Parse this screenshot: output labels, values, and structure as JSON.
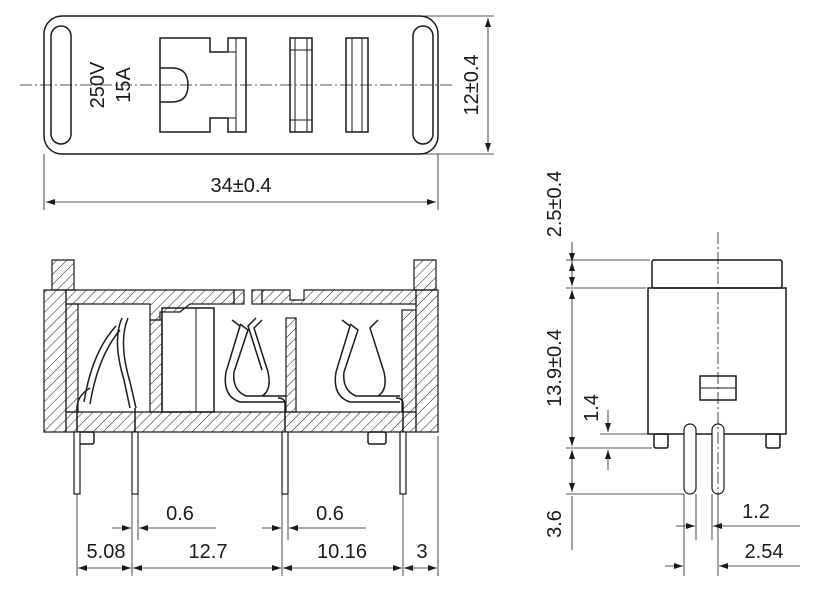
{
  "top_view": {
    "rating_voltage": "250V",
    "rating_current": "15A",
    "length_dim": "34±0.4",
    "width_dim": "12±0.4"
  },
  "front_view": {
    "pin_thickness_1": "0.6",
    "pin_thickness_2": "0.6",
    "pitch_1": "5.08",
    "pitch_2": "12.7",
    "pitch_3": "10.16",
    "end_offset": "3"
  },
  "side_view": {
    "cap_height": "2.5±0.4",
    "body_height": "13.9±0.4",
    "standoff": "1.4",
    "pin_length": "3.6",
    "pin_width": "1.2",
    "pin_pitch": "2.54"
  }
}
